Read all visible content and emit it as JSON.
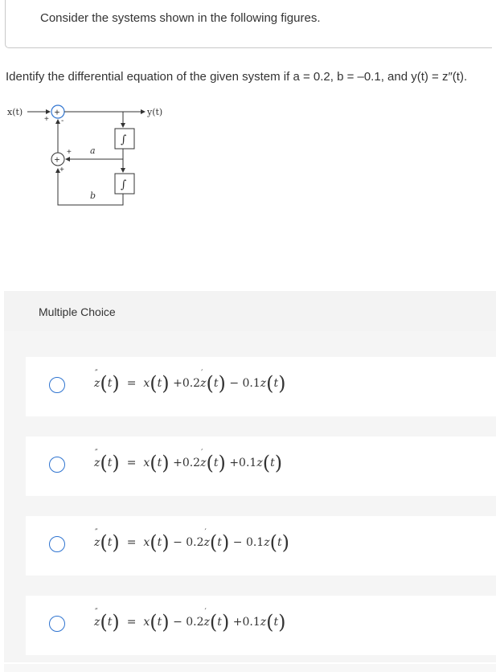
{
  "intro": {
    "text": "Consider the systems shown in the following figures."
  },
  "question": {
    "prefix": "Identify the differential equation of the given system if ",
    "a_text": "a = 0.2, ",
    "b_text": "b = –0.1, ",
    "y_text": "and y(t) = z″(t)."
  },
  "diagram": {
    "input_label": "x(t)",
    "output_label": "y(t)",
    "a_label": "a",
    "b_label": "b",
    "integrator_symbol": "∫",
    "sum_symbol": "+",
    "sign_plus": "+",
    "sign_minus": "-"
  },
  "multiple_choice": {
    "label": "Multiple Choice",
    "options": [
      {
        "sign1": "+",
        "coef1": "0.2",
        "sign2": "−",
        "coef2": "0.1"
      },
      {
        "sign1": "+",
        "coef1": "0.2",
        "sign2": "+",
        "coef2": "0.1"
      },
      {
        "sign1": "−",
        "coef1": "0.2",
        "sign2": "−",
        "coef2": "0.1"
      },
      {
        "sign1": "−",
        "coef1": "0.2",
        "sign2": "+",
        "coef2": "0.1"
      }
    ],
    "eq_lhs_var": "z",
    "eq_lhs_acc": "″",
    "eq_t": "t",
    "eq_x": "x",
    "eq_z": "z",
    "eq_zdot_acc": "′",
    "eq_equals": "="
  }
}
